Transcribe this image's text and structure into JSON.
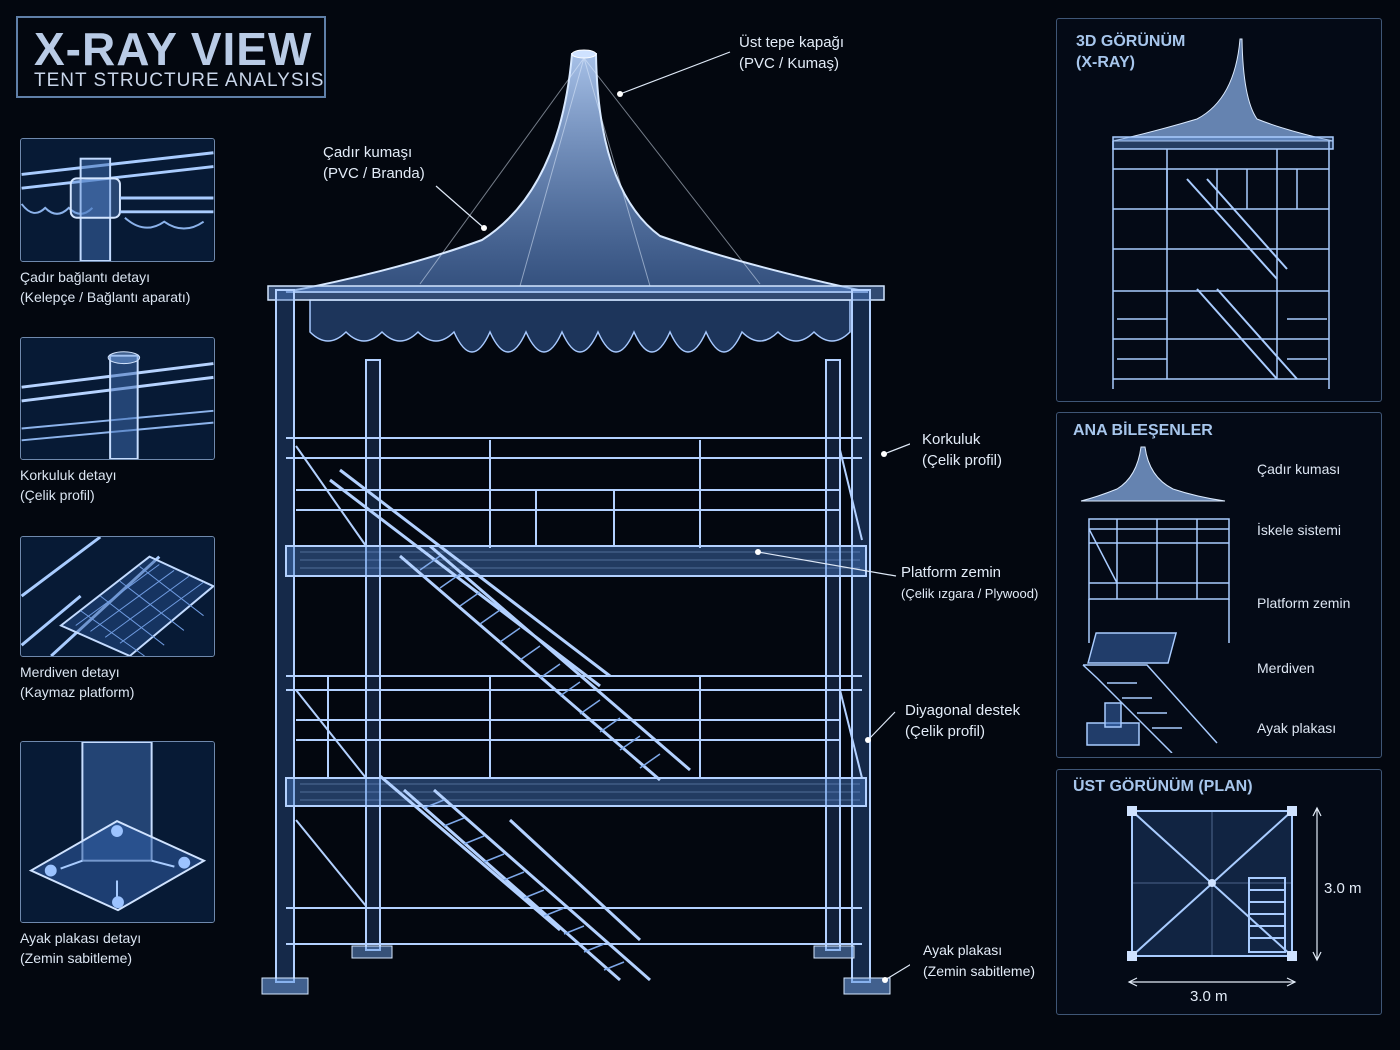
{
  "header": {
    "title": "X-RAY VIEW",
    "subtitle": "TENT STRUCTURE ANALYSIS"
  },
  "details": [
    {
      "icon": "clamp-connector-icon",
      "line1": "Çadır bağlantı detayı",
      "line2": "(Kelepçe / Bağlantı aparatı)"
    },
    {
      "icon": "railing-icon",
      "line1": "Korkuluk detayı",
      "line2": "(Çelik profil)"
    },
    {
      "icon": "stair-platform-icon",
      "line1": "Merdiven detayı",
      "line2": "(Kaymaz platform)"
    },
    {
      "icon": "base-plate-icon",
      "line1": "Ayak plakası detayı",
      "line2": "(Zemin sabitleme)"
    }
  ],
  "callouts": {
    "top_cap": {
      "line1": "Üst tepe kapağı",
      "line2": "(PVC / Kumaş)"
    },
    "fabric": {
      "line1": "Çadır kumaşı",
      "line2": "(PVC / Branda)"
    },
    "railing": {
      "line1": "Korkuluk",
      "line2": "(Çelik profil)"
    },
    "platform": {
      "line1": "Platform zemin",
      "line2": "(Çelik ızgara / Plywood)"
    },
    "diagonal": {
      "line1": "Diyagonal destek",
      "line2": "(Çelik profil)"
    },
    "baseplate": {
      "line1": "Ayak plakası",
      "line2": "(Zemin sabitleme)"
    }
  },
  "panels": {
    "view3d": {
      "title_line1": "3D GÖRÜNÜM",
      "title_line2": "(X-RAY)"
    },
    "components": {
      "title": "ANA BİLEŞENLER",
      "items": [
        "Çadır kuması",
        "İskele sistemi",
        "Platform zemin",
        "Merdiven",
        "Ayak plakası"
      ]
    },
    "plan": {
      "title": "ÜST GÖRÜNÜM (PLAN)",
      "width_label": "3.0 m",
      "depth_label": "3.0 m"
    }
  },
  "colors": {
    "background": "#03070f",
    "line": "#9ec4ff",
    "glow": "#4f86d6",
    "panel_border": "#3f5676"
  }
}
